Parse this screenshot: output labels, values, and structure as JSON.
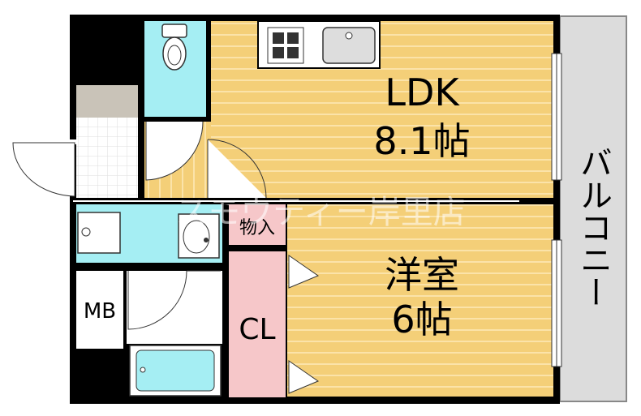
{
  "plan": {
    "ldk": {
      "name": "LDK",
      "size": "8.1帖"
    },
    "western_room": {
      "name": "洋室",
      "size": "6帖"
    },
    "closet": {
      "label": "CL"
    },
    "storage": {
      "label": "物入"
    },
    "meter_box": {
      "label": "MB"
    },
    "balcony": {
      "label": "バルコニー"
    },
    "watermark": "スモウティー岸里店",
    "colors": {
      "wood_floor": "#f4cf78",
      "wood_stripe": "#fbe3a9",
      "wet_area": "#a5eef3",
      "closet": "#f6c7c9",
      "balcony": "#dcdcdc",
      "wall": "#000000",
      "entrance_tile": "#c9c3b8"
    }
  }
}
